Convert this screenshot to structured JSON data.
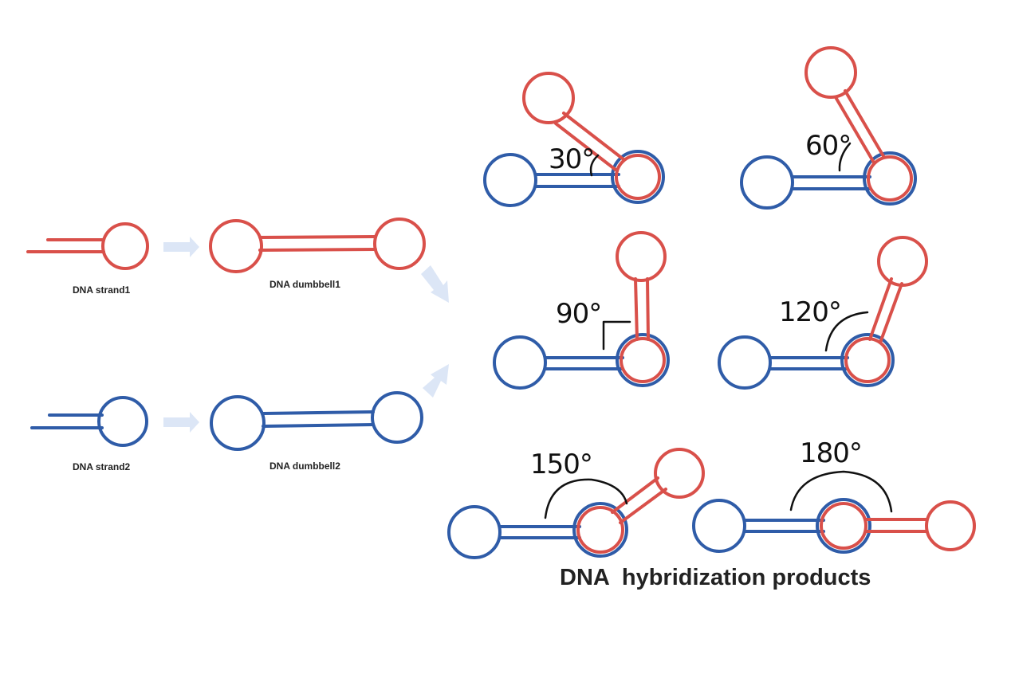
{
  "colors": {
    "strand1": "#d9504a",
    "strand2": "#2f5ca8",
    "arrow": "#dce6f6",
    "ink": "#111111"
  },
  "labels": {
    "strand1": "DNA strand1",
    "dumbbell1": "DNA dumbbell1",
    "strand2": "DNA strand2",
    "dumbbell2": "DNA dumbbell2",
    "products": "DNA  hybridization products"
  },
  "angles": {
    "a30": "30°",
    "a60": "60°",
    "a90": "90°",
    "a120": "120°",
    "a150": "150°",
    "a180": "180°"
  }
}
